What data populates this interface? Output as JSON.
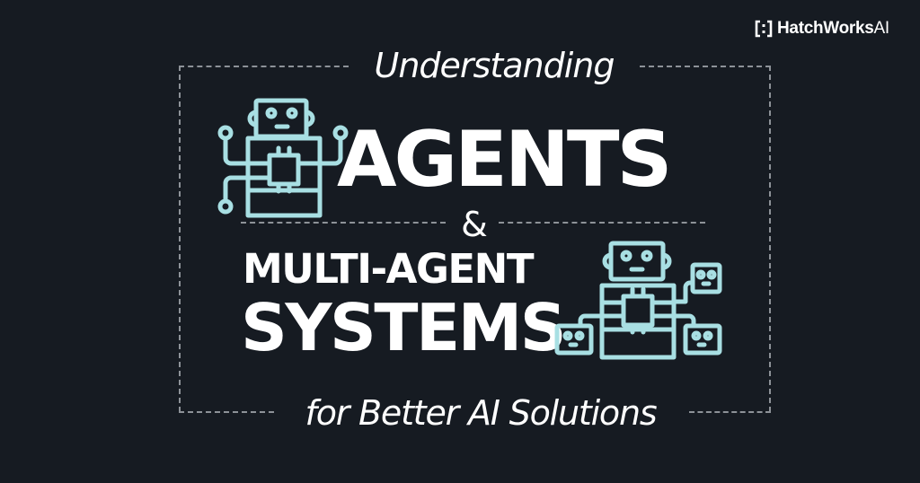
{
  "brand": {
    "logo_text": "HatchWorks",
    "logo_suffix": "AI",
    "logo_icon": "hatchworks-bracket-icon"
  },
  "title": {
    "intro": "Understanding",
    "main_line_1": "AGENTS",
    "connector": "&",
    "main_line_2": "MULTI-AGENT",
    "main_line_3": "SYSTEMS",
    "tagline": "for Better AI Solutions"
  },
  "illustrations": {
    "left": "single-robot-agent-icon",
    "right": "multi-agent-robot-network-icon"
  },
  "colors": {
    "background": "#161b22",
    "text": "#ffffff",
    "accent": "#a8dfe3",
    "frame_dash": "#8d9298"
  }
}
